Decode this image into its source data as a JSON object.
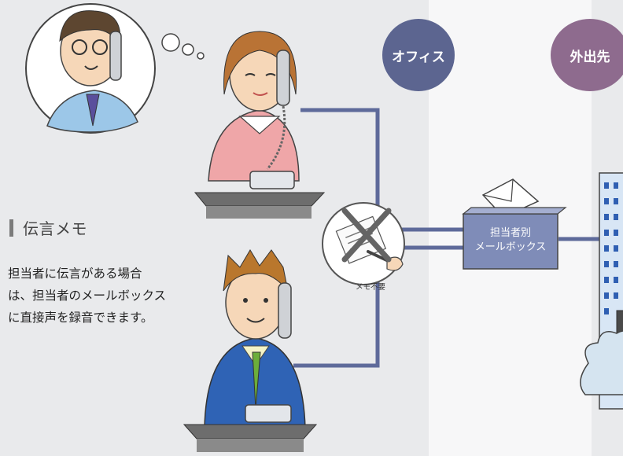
{
  "columns": {
    "office": "オフィス",
    "outside": "外出先"
  },
  "section": {
    "title": "伝言メモ",
    "description_lines": [
      "担当者に伝言がある場合",
      "は、担当者のメールボックス",
      "に直接声を録音できます。"
    ]
  },
  "mailbox": {
    "label_line1": "担当者別",
    "label_line2": "メールボックス"
  },
  "memo": {
    "label": "メモ不要"
  },
  "colors": {
    "office_circle": "#5c6590",
    "outside_circle": "#8e6b8e",
    "connector": "#5e6a9a",
    "mailbox_box": "#7f8cb8"
  }
}
